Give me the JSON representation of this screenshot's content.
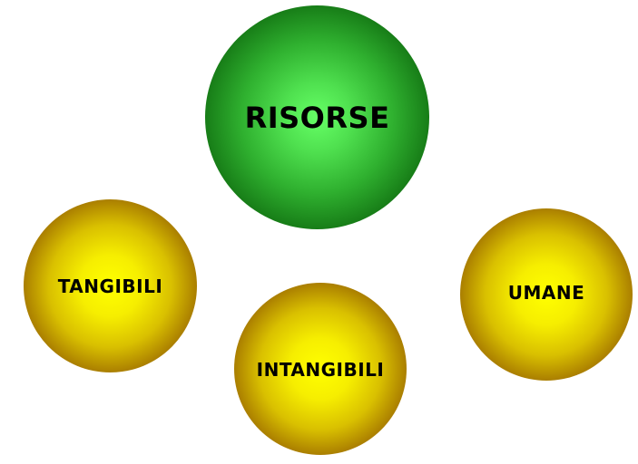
{
  "diagram": {
    "root": {
      "label": "RISORSE",
      "color": "#3fd43f"
    },
    "children": [
      {
        "label": "TANGIBILI",
        "color": "#e8d800"
      },
      {
        "label": "INTANGIBILI",
        "color": "#e8d800"
      },
      {
        "label": "UMANE",
        "color": "#e8d800"
      }
    ]
  }
}
